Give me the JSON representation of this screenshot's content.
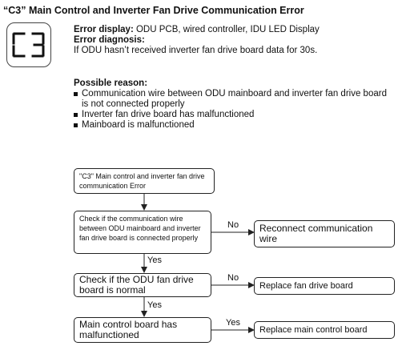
{
  "title": "“C3” Main Control and Inverter Fan Drive Communication Error",
  "display_code": "C3",
  "info": {
    "display_label": "Error display:",
    "display_value": "ODU PCB, wired controller, IDU LED Display",
    "diagnosis_label": "Error diagnosis:",
    "diagnosis_value": "If ODU hasn’t received inverter fan drive board data for 30s."
  },
  "reasons": {
    "header": "Possible reason:",
    "items": [
      "Communication wire between ODU mainboard and inverter fan drive board is not connected properly",
      "Inverter fan drive board has malfunctioned",
      "Mainboard is malfunctioned"
    ]
  },
  "flowchart": {
    "start": "\"C3\" Main control and inverter fan drive communication Error",
    "check1": "Check if the communication wire between ODU mainboard and inverter fan drive board is connected properly",
    "action1": "Reconnect communication wire",
    "check2": "Check if the ODU fan drive board is normal",
    "action2": "Replace fan drive board",
    "check3": "Main control board has malfunctioned",
    "action3": "Replace main control board",
    "label_no1": "No",
    "label_yes1": "Yes",
    "label_no2": "No",
    "label_yes2": "Yes",
    "label_yes3": "Yes"
  }
}
